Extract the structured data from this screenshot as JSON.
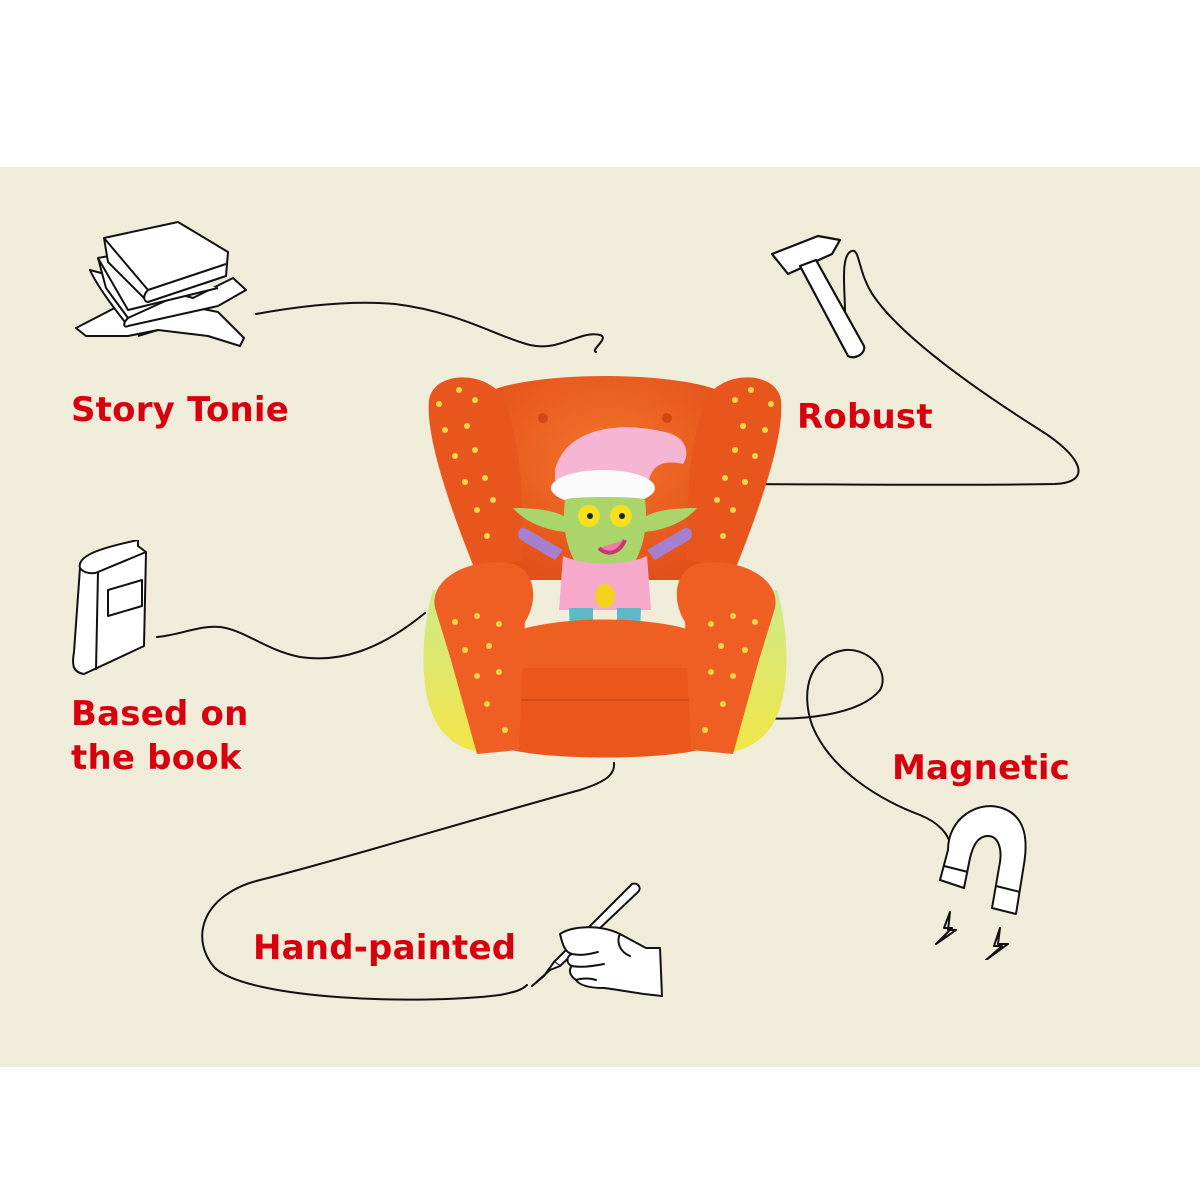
{
  "colors": {
    "background_outer": "#ffffff",
    "background_panel": "#efedda",
    "label_red": "#d7000f",
    "line": "#111111",
    "chair_orange": "#ee5a1e",
    "chair_dots": "#f3d94a",
    "fringe_yellow": "#f2e445",
    "fringe_green": "#c8e88a",
    "figure_skin": "#a8d56a",
    "hat_pink": "#f6b1d0",
    "hat_brim": "#ffffff",
    "vest_pink": "#f7a9cc",
    "arms_purple": "#a77fcf",
    "pants_teal": "#5cb8c6"
  },
  "product": {
    "name": "tonie-figure-goblin-in-armchair",
    "description": "Green goblin with pink nightcap sitting in orange polka-dot armchair"
  },
  "features": [
    {
      "id": "story-tonie",
      "label": "Story Tonie",
      "icon": "stack-of-books-icon"
    },
    {
      "id": "robust",
      "label": "Robust",
      "icon": "hammer-icon"
    },
    {
      "id": "based-on-book",
      "label_line1": "Based on",
      "label_line2": "the book",
      "icon": "book-icon"
    },
    {
      "id": "magnetic",
      "label": "Magnetic",
      "icon": "horseshoe-magnet-icon"
    },
    {
      "id": "hand-painted",
      "label": "Hand-painted",
      "icon": "hand-with-brush-icon"
    }
  ]
}
